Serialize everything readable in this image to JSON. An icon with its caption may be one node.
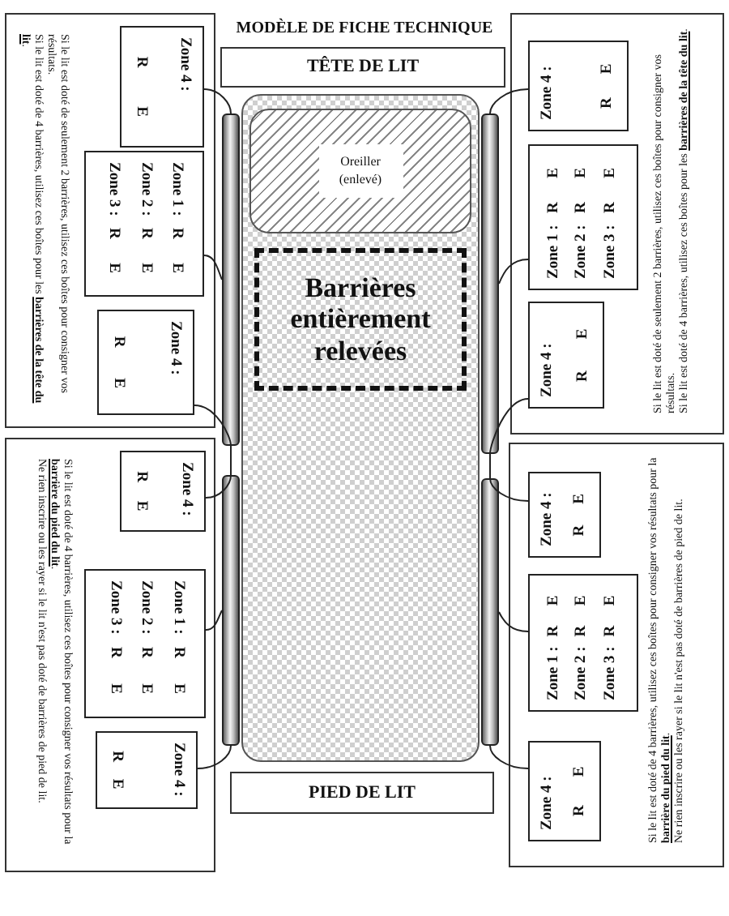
{
  "diagram": {
    "title": "MODÈLE DE FICHE TECHNIQUE",
    "nodes": [
      {
        "text": [
          "Si le lit est doté de seulement 2 barrières, utilisez ces boîtes pour consigner vos résultats.",
          "Si le lit est doté de 4 barrières, utilisez ces boîtes pour les **barrières de la tête du lit**."
        ]
      },
      {
        "text": [
          "Zone 4 :",
          "R",
          "E"
        ],
        "in": 0
      },
      {
        "text": [
          "Zone 1 :",
          "R",
          "E",
          "Zone 2 :",
          "R",
          "E",
          "Zone 3 :",
          "R",
          "E"
        ],
        "in": 0
      },
      {
        "text": [
          "Zone 4 :",
          "R",
          "E"
        ],
        "in": 0
      },
      {
        "text": [
          "TÊTE DE LIT"
        ]
      },
      {
        "text": [
          "Si le lit est doté de seulement 2 barrières, utilisez ces boîtes pour consigner vos résultats.",
          "Si le lit est doté de 4 barrières, utilisez ces boîtes pour les **barrières de la tête du lit**."
        ]
      },
      {
        "text": [
          "Zone 4 :",
          "R",
          "E"
        ],
        "in": 5
      },
      {
        "text": [
          "Zone 1 :",
          "R",
          "E",
          "Zone 2 :",
          "R",
          "E",
          "Zone 3 :",
          "R",
          "E"
        ],
        "in": 5
      },
      {
        "text": [
          "Zone 4 :",
          "R",
          "E"
        ],
        "in": 5
      },
      {
        "text": [],
        "shape": "box"
      },
      {
        "text": [
          "Oreiller (enlevé)"
        ],
        "in": 9
      },
      {
        "text": [
          "Barrières entièrement relevées"
        ],
        "in": 9
      },
      {
        "text": [],
        "shape": "bar"
      },
      {
        "text": [],
        "shape": "bar"
      },
      {
        "text": [
          "Si le lit est doté de 4 barrières, utilisez ces boîtes pour consigner vos résultats pour la **barrière du pied du lit**.",
          "Ne rien inscrire ou les rayer si le lit n'est pas doté de barrières de pied de lit."
        ]
      },
      {
        "text": [
          "Zone 4 :",
          "R",
          "E"
        ],
        "in": 14
      },
      {
        "text": [
          "Zone 1 :",
          "R",
          "E",
          "Zone 2 :",
          "R",
          "E",
          "Zone 3 :",
          "R",
          "E"
        ],
        "in": 14
      },
      {
        "text": [
          "Zone 4 :",
          "R",
          "E"
        ],
        "in": 14
      },
      {
        "text": [],
        "shape": "bar"
      },
      {
        "text": [],
        "shape": "bar"
      },
      {
        "text": [
          "Si le lit est doté de 4 barrières, utilisez ces boîtes pour consigner vos résultats pour la **barrière du pied du lit**.",
          "Ne rien inscrire ou les rayer si le lit n'est pas doté de barrières de pied de lit."
        ]
      },
      {
        "text": [
          "Zone 4 :",
          "R",
          "E"
        ],
        "in": 20
      },
      {
        "text": [
          "Zone 1 :",
          "R",
          "E",
          "Zone 2 :",
          "R",
          "E",
          "Zone 3 :",
          "R",
          "E"
        ],
        "in": 20
      },
      {
        "text": [
          "Zone 4 :",
          "R",
          "E"
        ],
        "in": 20
      },
      {
        "text": [
          "PIED DE LIT"
        ]
      }
    ],
    "edges": [
      {
        "from": 1,
        "to": 12,
        "arrow": "none"
      },
      {
        "from": 2,
        "to": 12,
        "arrow": "none"
      },
      {
        "from": 3,
        "to": 12,
        "arrow": "none"
      },
      {
        "from": 6,
        "to": 13,
        "arrow": "none"
      },
      {
        "from": 7,
        "to": 13,
        "arrow": "none"
      },
      {
        "from": 8,
        "to": 13,
        "arrow": "none"
      },
      {
        "from": 12,
        "to": 18,
        "arrow": "none"
      },
      {
        "from": 13,
        "to": 19,
        "arrow": "none"
      },
      {
        "from": 15,
        "to": 18,
        "arrow": "none"
      },
      {
        "from": 16,
        "to": 18,
        "arrow": "none"
      },
      {
        "from": 17,
        "to": 18,
        "arrow": "none"
      },
      {
        "from": 21,
        "to": 19,
        "arrow": "none"
      },
      {
        "from": 22,
        "to": 19,
        "arrow": "none"
      },
      {
        "from": 23,
        "to": 19,
        "arrow": "none"
      }
    ]
  }
}
